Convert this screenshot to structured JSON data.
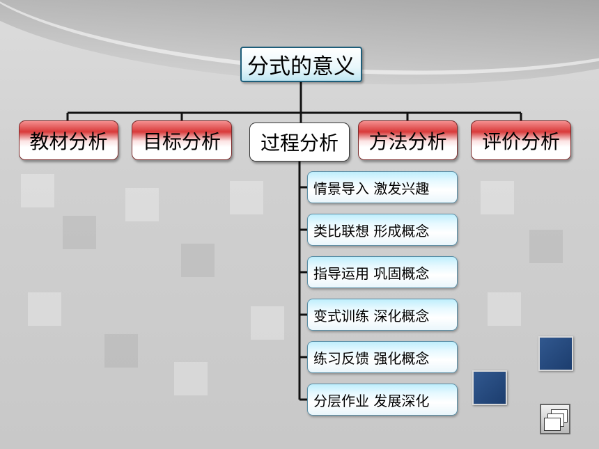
{
  "root": {
    "label": "分式的意义"
  },
  "categories": [
    {
      "label": "教材分析"
    },
    {
      "label": "目标分析"
    },
    {
      "label": "过程分析"
    },
    {
      "label": "方法分析"
    },
    {
      "label": "评价分析"
    }
  ],
  "steps": [
    {
      "label": "情景导入  激发兴趣"
    },
    {
      "label": "类比联想  形成概念"
    },
    {
      "label": "指导运用  巩固概念"
    },
    {
      "label": "变式训练  深化概念"
    },
    {
      "label": "练习反馈  强化概念"
    },
    {
      "label": "分层作业  发展深化"
    }
  ],
  "icons": {
    "nav_button": "document-stack-icon"
  },
  "colors": {
    "category_accent": "#d83a3a",
    "step_accent": "#bfeefc",
    "square": "#1c3d6e"
  }
}
